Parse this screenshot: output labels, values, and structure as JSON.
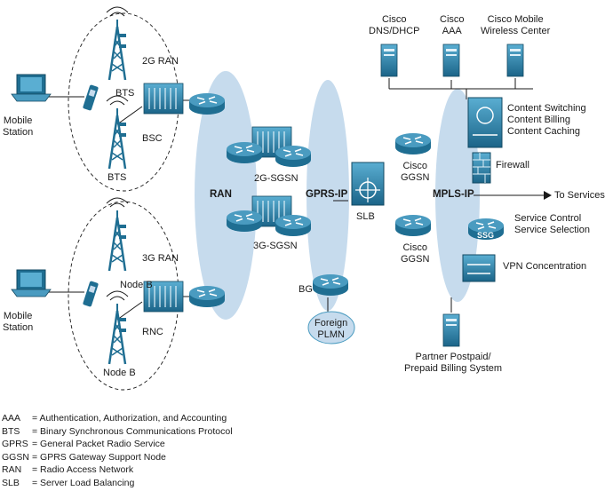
{
  "nodes": {
    "mobile_station_top": "Mobile\nStation",
    "mobile_station_bottom": "Mobile\nStation",
    "ran_2g": "2G RAN",
    "bts_1": "BTS",
    "bsc": "BSC",
    "bts_2": "BTS",
    "ran_3g": "3G RAN",
    "node_b_1": "Node B",
    "rnc": "RNC",
    "node_b_2": "Node B",
    "sgsn_2g": "2G-SGSN",
    "sgsn_3g": "3G-SGSN",
    "slb": "SLB",
    "bg": "BG",
    "foreign_plmn": "Foreign\nPLMN",
    "ggsn_1": "Cisco\nGGSN",
    "ggsn_2": "Cisco\nGGSN",
    "dns_dhcp": "Cisco\nDNS/DHCP",
    "aaa": "Cisco\nAAA",
    "mwc": "Cisco Mobile\nWireless Center",
    "content": "Content Switching\nContent Billing\nContent Caching",
    "firewall": "Firewall",
    "to_services": "To Services",
    "ssg_badge": "SSG",
    "ssg": "Service Control\nService Selection",
    "vpn": "VPN Concentration",
    "billing": "Partner Postpaid/\nPrepaid Billing System"
  },
  "clouds": {
    "ran": "RAN",
    "gprs_ip": "GPRS-IP",
    "mpls_ip": "MPLS-IP"
  },
  "legend": [
    {
      "abbr": "AAA",
      "definition": "= Authentication, Authorization, and Accounting"
    },
    {
      "abbr": "BTS",
      "definition": "= Binary Synchronous Communications Protocol"
    },
    {
      "abbr": "GPRS",
      "definition": "= General Packet Radio Service"
    },
    {
      "abbr": "GGSN",
      "definition": "= GPRS Gateway Support Node"
    },
    {
      "abbr": "RAN",
      "definition": "= Radio Access Network"
    },
    {
      "abbr": "SLB",
      "definition": "= Server Load Balancing"
    }
  ],
  "colors": {
    "cloud": "#c6dbed",
    "device": "#1f6e92",
    "device_light": "#4a9bc0",
    "line": "#1a1a1a"
  }
}
